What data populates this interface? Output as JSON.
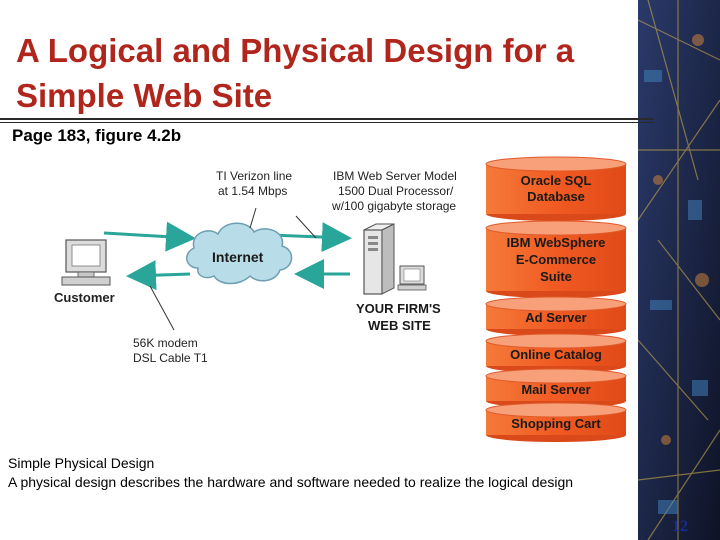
{
  "slide": {
    "title_line1": "A Logical and Physical Design for a",
    "title_line2": "Simple Web Site",
    "subtitle": "Page 183, figure 4.2b",
    "caption_heading": "Simple Physical Design",
    "caption_body": "A physical design describes the hardware and software needed to realize the logical design",
    "page_number": "12"
  },
  "diagram": {
    "customer_label": "Customer",
    "internet_label": "Internet",
    "line_label_1": "TI Verizon line",
    "line_label_2": "at 1.54 Mbps",
    "server_label_1": "IBM Web Server Model",
    "server_label_2": "1500 Dual Processor/",
    "server_label_3": "w/100 gigabyte storage",
    "modem_label_1": "56K modem",
    "modem_label_2": "DSL Cable T1",
    "site_label_1": "YOUR FIRM'S",
    "site_label_2": "WEB SITE",
    "stack": [
      {
        "line1": "Oracle SQL",
        "line2": "Database"
      },
      {
        "line1": "IBM WebSphere",
        "line2": "E-Commerce",
        "line3": "Suite"
      },
      {
        "line1": "Ad Server"
      },
      {
        "line1": "Online Catalog"
      },
      {
        "line1": "Mail Server"
      },
      {
        "line1": "Shopping Cart"
      }
    ]
  },
  "colors": {
    "title": "#b0261c",
    "arrow": "#2aa59a",
    "stack_fill": "#f15a22",
    "stack_text": "#1a1a1a",
    "cloud": "#b8dde8"
  }
}
